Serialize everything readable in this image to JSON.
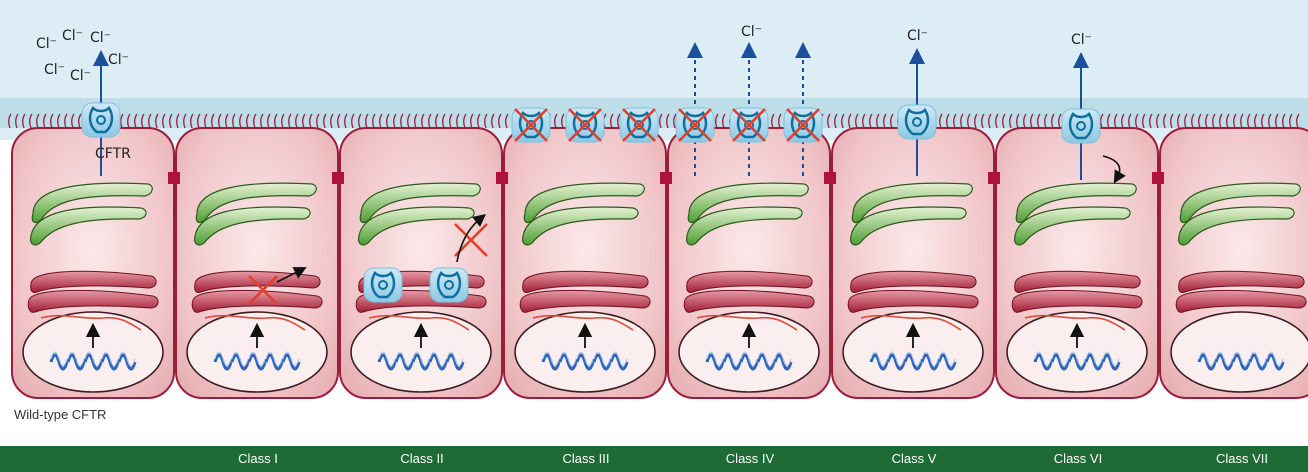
{
  "panel_caption": "Wild-type CFTR",
  "cftr_label": "CFTR",
  "ion_label": "Cl⁻",
  "class_labels": [
    "Class I",
    "Class II",
    "Class III",
    "Class IV",
    "Class V",
    "Class VI",
    "Class VII"
  ],
  "colors": {
    "lumen": "#d9ecf4",
    "membrane": "#b9dce9",
    "cell_fill": "#f2c9cc",
    "cell_border": "#9b1c3c",
    "junction": "#b0123f",
    "golgi_light": "#d3e8b5",
    "golgi_dark": "#5aa83a",
    "er_red": "#b3243a",
    "dna_blue": "#2b64b8",
    "arrow_blue": "#1b4f9c",
    "cross_red": "#e0412c",
    "banner_green": "#1f6b35"
  }
}
